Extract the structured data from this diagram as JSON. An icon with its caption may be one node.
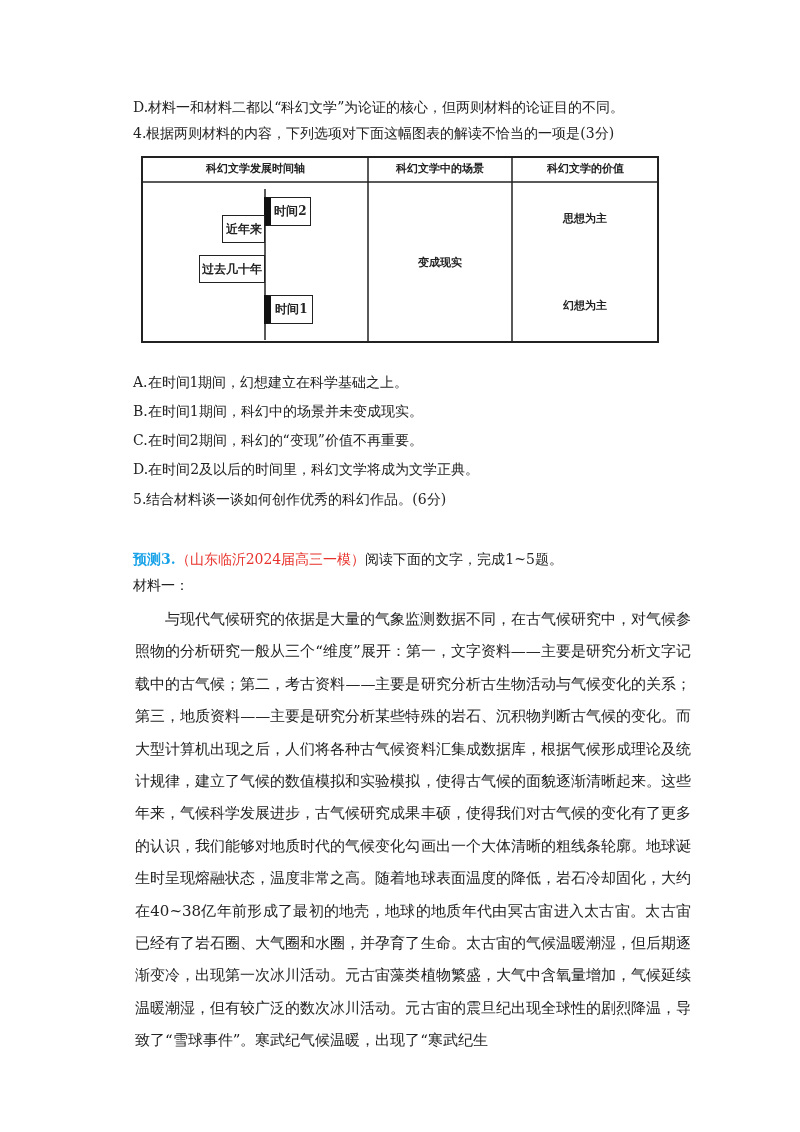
{
  "diagram": {
    "nodes": [
      {
        "text": [
          "时间2"
        ]
      },
      {
        "text": [
          "近年来"
        ]
      },
      {
        "text": [
          "过去几十年"
        ]
      },
      {
        "text": [
          "时间1"
        ]
      }
    ],
    "labels": [
      "D.材料一和材料二都以“科幻文学”为论证的核心，但两则材料的论证目的不同。",
      "4.根据两则材料的内容，下列选项对下面这幅图表的解读不恰当的一项是(3分)",
      "科幻文学发展时间轴",
      "科幻文学中的场景",
      "科幻文学的价值",
      "思想为主",
      "变成现实",
      "幻想为主",
      "A.在时间1期间，幻想建立在科学基础之上。",
      "B.在时间1期间，科幻中的场景并未变成现实。",
      "C.在时间2期间，科幻的“变现”价值不再重要。",
      "D.在时间2及以后的时间里，科幻文学将成为文学正典。",
      "5.结合材料谈一谈如何创作优秀的科幻作品。(6分)",
      "预测3.",
      "（山东临沂2024届高三一模）",
      "阅读下面的文字，完成1~5题。",
      "材料一：",
      "与现代气候研究的依据是大量的气象监测数据不同，在古气候研究中，对气候参照物的分析研究一般从三个“维度”展开：第一，文字资料——主要是研究分析文字记载中的古气候；第二，考古资料——主要是研究分析古生物活动与气候变化的关系；第三，地质资料——主要是研究分析某些特殊的岩石、沉积物判断古气候的变化。而大型计算机出现之后，人们将各种古气候资料汇集成数据库，根据气候形成理论及统计规律，建立了气候的数值模拟和实验模拟，使得古气候的面貌逐渐清晰起来。这些年来，气候科学发展进步，古气候研究成果丰硕，使得我们对古气候的变化有了更多的认识，我们能够对地质时代的气候变化勾画出一个大体清晰的粗线条轮廓。地球诞生时呈现熔融状态，温度非常之高。随着地球表面温度的降低，岩石冷却固化，大约在40~38亿年前形成了最初的地壳，地球的地质年代由冥古宙进入太古宙。太古宙已经有了岩石圈、大气圈和水圈，并孕育了生命。太古宙的气候温暖潮湿，但后期逐渐变冷，出现第一次冰川活动。元古宙藻类植物繁盛，大气中含氧量增加，气候延续温暖潮湿，但有较广泛的数次冰川活动。元古宙的震旦纪出现全球性的剧烈降温，导致了“雪球事件”。寒武纪气候温暖，出现了“寒武纪生"
    ]
  }
}
